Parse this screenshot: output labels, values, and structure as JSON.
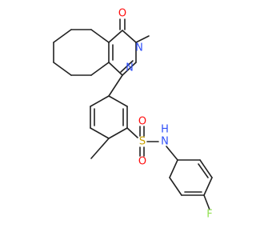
{
  "structure": {
    "atoms": {
      "O_carbonyl": {
        "label": "O",
        "color": "#ff0d0d"
      },
      "N_ring_methyl": {
        "label": "N",
        "color": "#3050f8"
      },
      "N_ring": {
        "label": "N",
        "color": "#3050f8"
      },
      "S": {
        "label": "S",
        "color": "#c8a000"
      },
      "O_sulfonyl_top": {
        "label": "O",
        "color": "#ff0d0d"
      },
      "O_sulfonyl_bottom": {
        "label": "O",
        "color": "#ff0d0d"
      },
      "NH": {
        "label": "N",
        "color": "#3050f8"
      },
      "H": {
        "label": "H",
        "color": "#3050f8"
      },
      "F": {
        "label": "F",
        "color": "#90e050"
      }
    },
    "bond_color": "#222222"
  }
}
